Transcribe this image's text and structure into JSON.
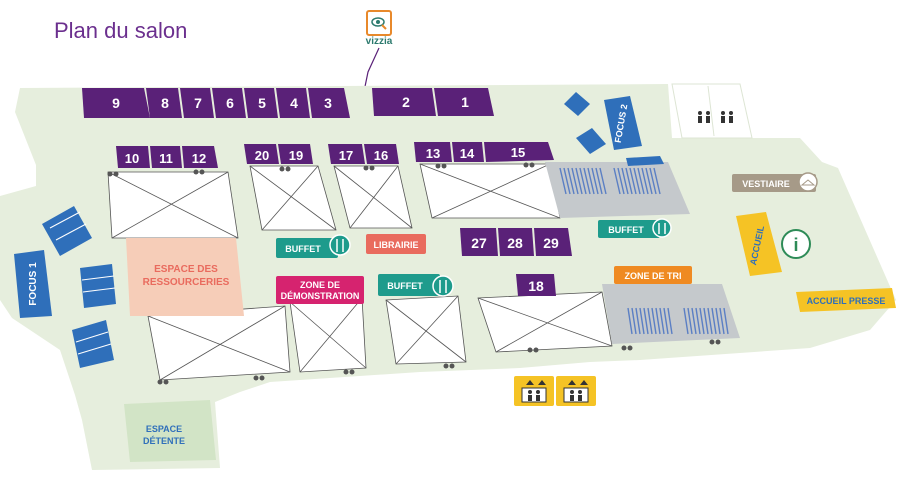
{
  "title": "Plan du salon",
  "logo": {
    "text": "vizzia",
    "icon": "eye-magnifier-icon"
  },
  "colors": {
    "floor": "#e6eedd",
    "stand": "#5a2178",
    "blue": "#2f6fba",
    "green": "#1e9b8c",
    "magenta": "#d6236f",
    "salmon": "#e96b5e",
    "orange": "#ef8a22",
    "yellow": "#f5c325",
    "beige": "#a69a88",
    "peach": "#f6cdb8"
  },
  "stands": {
    "s9": "9",
    "s8": "8",
    "s7": "7",
    "s6": "6",
    "s5": "5",
    "s4": "4",
    "s3": "3",
    "s2": "2",
    "s1": "1",
    "s10": "10",
    "s11": "11",
    "s12": "12",
    "s20": "20",
    "s19": "19",
    "s17": "17",
    "s16": "16",
    "s13": "13",
    "s14": "14",
    "s15": "15",
    "s27": "27",
    "s28": "28",
    "s29": "29",
    "s18": "18"
  },
  "labels": {
    "focus1": "FOCUS 1",
    "focus2": "FOCUS 2",
    "buffet": "BUFFET",
    "librairie": "LIBRAIRIE",
    "zone_demo_1": "ZONE DE",
    "zone_demo_2": "DÉMONSTRATION",
    "espace_ressourceries_1": "ESPACE DES",
    "espace_ressourceries_2": "RESSOURCERIES",
    "zone_tri": "ZONE DE TRI",
    "vestiaire": "VESTIAIRE",
    "accueil": "ACCUEIL",
    "accueil_presse": "ACCUEIL PRESSE",
    "espace_detente_1": "ESPACE",
    "espace_detente_2": "DÉTENTE",
    "info": "i"
  }
}
